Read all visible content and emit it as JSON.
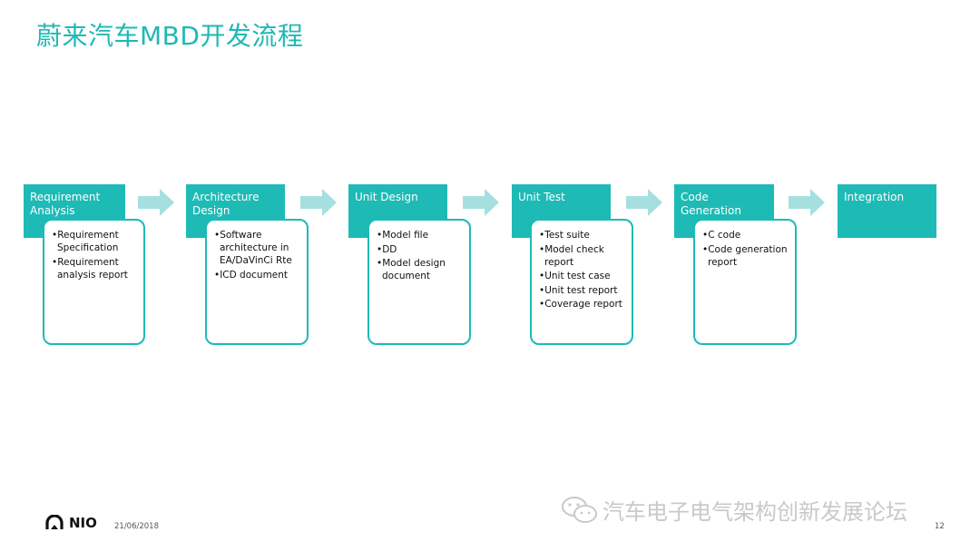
{
  "title": "蔚来汽车MBD开发流程",
  "stages": [
    {
      "label": "Requirement Analysis",
      "items": [
        "Requirement Specification",
        "Requirement analysis report"
      ]
    },
    {
      "label": "Architecture Design",
      "items": [
        "Software architecture in EA/DaVinCi Rte",
        "ICD document"
      ]
    },
    {
      "label": "Unit Design",
      "items": [
        "Model file",
        "DD",
        "Model design document"
      ]
    },
    {
      "label": "Unit Test",
      "items": [
        "Test suite",
        "Model check report",
        "Unit test case",
        "Unit test report",
        "Coverage report"
      ]
    },
    {
      "label": "Code Generation",
      "items": [
        "C code",
        "Code generation report"
      ]
    },
    {
      "label": "Integration",
      "items": []
    }
  ],
  "footer": {
    "logo_text": "NIO",
    "date": "21/06/2018",
    "page": "12"
  },
  "watermark": {
    "text": "汽车电子电气架构创新发展论坛",
    "icon": "wechat-icon"
  },
  "colors": {
    "accent": "#1ebab6",
    "arrow": "#a6dfe0",
    "title": "#1fb8b5"
  }
}
